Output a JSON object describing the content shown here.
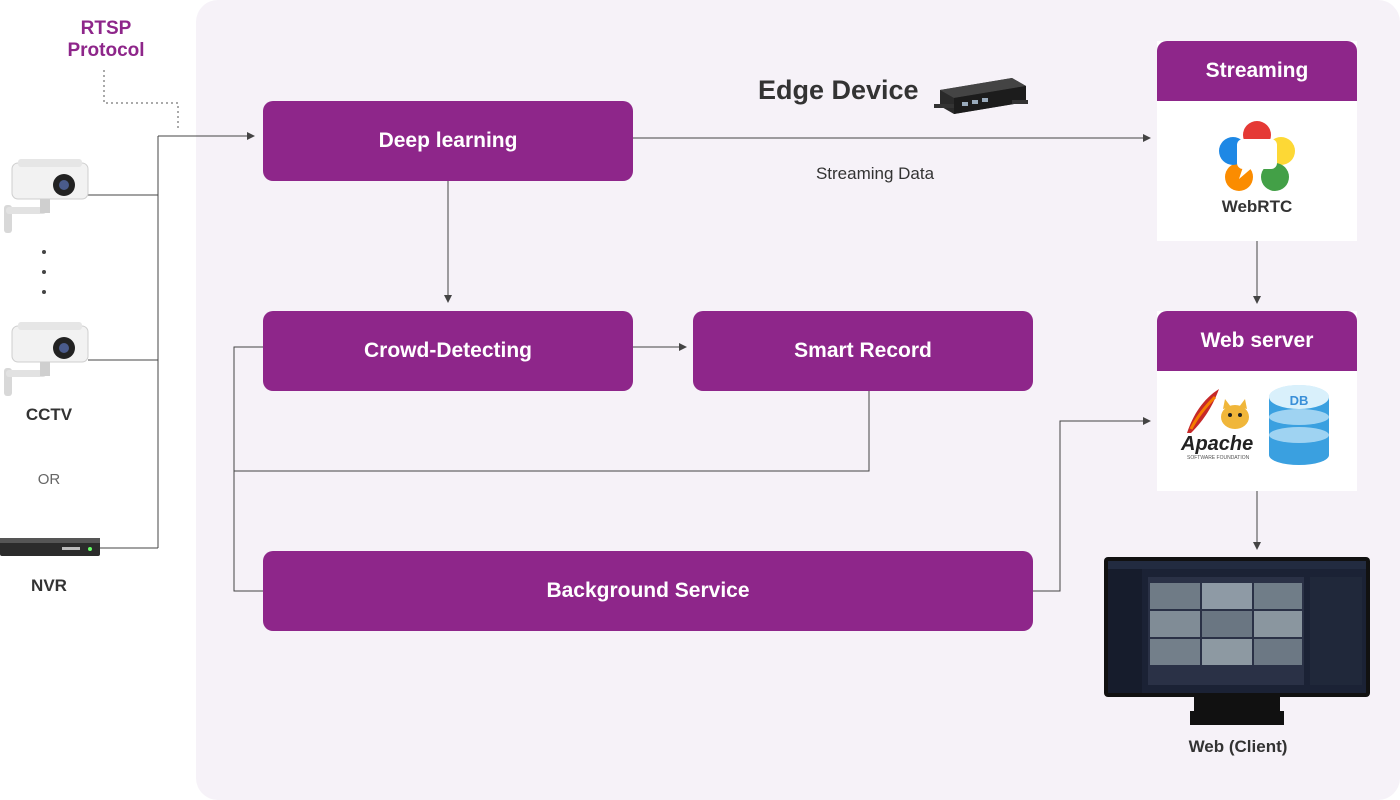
{
  "left": {
    "rtsp": "RTSP Protocol",
    "cctv": "CCTV",
    "or": "OR",
    "nvr": "NVR"
  },
  "edge": {
    "title": "Edge Device",
    "streaming_data": "Streaming Data"
  },
  "boxes": {
    "deep_learning": "Deep learning",
    "crowd_detecting": "Crowd-Detecting",
    "smart_record": "Smart Record",
    "background_service": "Background Service"
  },
  "streaming": {
    "title": "Streaming",
    "webrtc": "WebRTC"
  },
  "webserver": {
    "title": "Web server",
    "apache": "Apache",
    "apache_sub": "SOFTWARE FOUNDATION",
    "db": "DB"
  },
  "client": {
    "label": "Web (Client)"
  },
  "colors": {
    "accent": "#8e268a",
    "panel": "#f6f2f8",
    "line": "#444444"
  }
}
